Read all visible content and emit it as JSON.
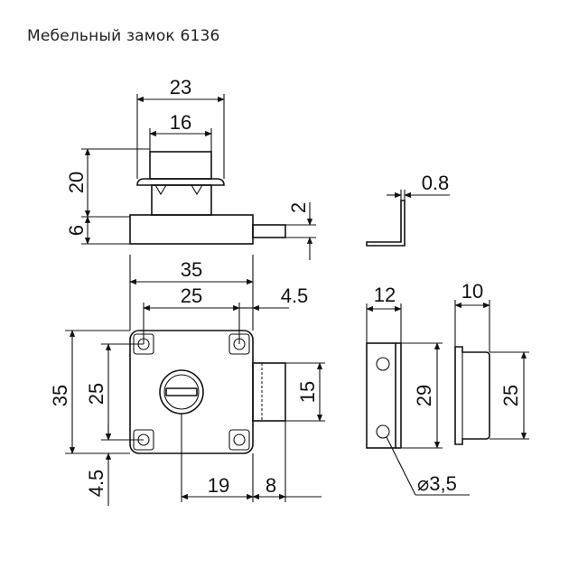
{
  "title": "Мебельный замок 6136",
  "dimensions": {
    "d23": "23",
    "d16": "16",
    "d20": "20",
    "d6": "6",
    "d2": "2",
    "d08": "0.8",
    "d35_top": "35",
    "d25_top": "25",
    "d45_right": "4.5",
    "d35_left": "35",
    "d25_left": "25",
    "d45_bottom": "4.5",
    "d15": "15",
    "d19": "19",
    "d8": "8",
    "d12": "12",
    "d29": "29",
    "d10": "10",
    "d25_side": "25",
    "hole": "⌀3,5"
  }
}
